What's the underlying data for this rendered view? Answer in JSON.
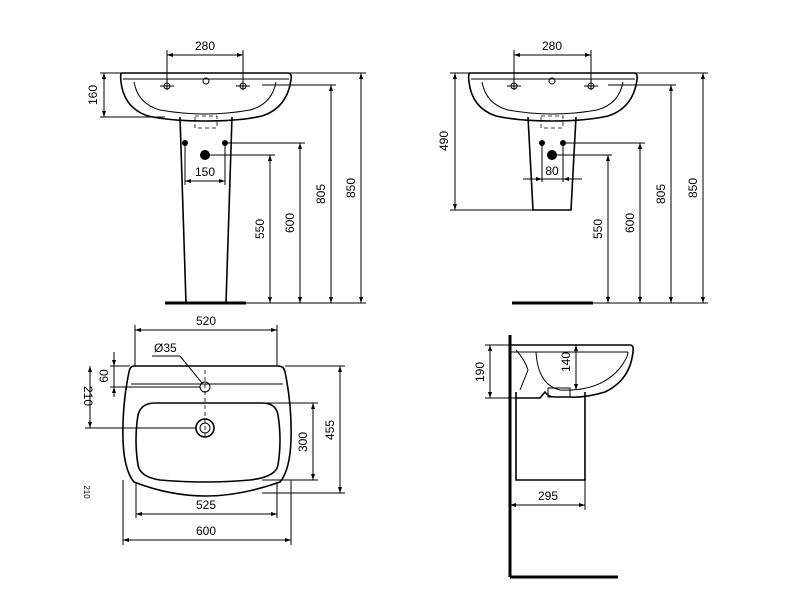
{
  "views": {
    "pedestal_front": {
      "tap_spacing": "280",
      "basin_height": "160",
      "fixing_spacing": "150",
      "waste_height": "550",
      "fixing_height": "600",
      "rim_underside": "805",
      "rim_height": "850"
    },
    "semi_pedestal_front": {
      "tap_spacing": "280",
      "pedestal_height": "490",
      "fixing_spacing": "80",
      "waste_height": "550",
      "fixing_height": "600",
      "rim_underside": "805",
      "rim_height": "850"
    },
    "plan": {
      "overall_width": "600",
      "bowl_width": "525",
      "rear_width": "520",
      "tap_hole": "Ø35",
      "tap_offset": "60",
      "waste_offset": "210",
      "bowl_depth": "300",
      "overall_depth": "455",
      "cut_label": "210"
    },
    "side": {
      "basin_height": "190",
      "bowl_depth": "140",
      "projection": "295"
    }
  }
}
